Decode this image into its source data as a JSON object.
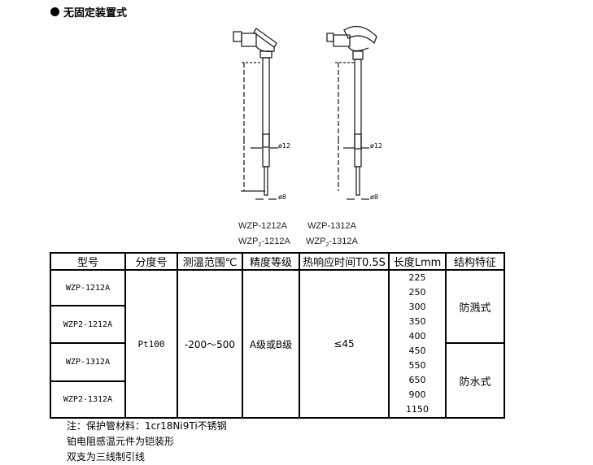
{
  "section": {
    "title": "无固定装置式"
  },
  "figures": [
    {
      "dim_outer": "ø12",
      "dim_inner": "ø8",
      "label1": "WZP-1212A",
      "label2_prefix": "WZP",
      "label2_sub": "2",
      "label2_suffix": "-1212A"
    },
    {
      "dim_outer": "ø12",
      "dim_inner": "ø8",
      "label1": "WZP-1312A",
      "label2_prefix": "WZP",
      "label2_sub": "2",
      "label2_suffix": "-1312A"
    }
  ],
  "table": {
    "headers": [
      "型号",
      "分度号",
      "测温范围℃",
      "精度等级",
      "热响应时间T0.5S",
      "长度Lmm",
      "结构特征"
    ],
    "models": [
      "WZP-1212A",
      "WZP2-1212A",
      "WZP-1312A",
      "WZP2-1312A"
    ],
    "graduation": "Pt100",
    "range": "-200～500",
    "accuracy": "A级或B级",
    "response": "≤45",
    "lengths": [
      "225",
      "250",
      "300",
      "350",
      "400",
      "450",
      "550",
      "650",
      "900",
      "1150"
    ],
    "structures": [
      "防溅式",
      "防水式"
    ]
  },
  "notes": [
    "注：保护管材料：1cr18Ni9Ti不锈钢",
    "铂电阻感温元件为铠装形",
    "双支为三线制引线"
  ]
}
